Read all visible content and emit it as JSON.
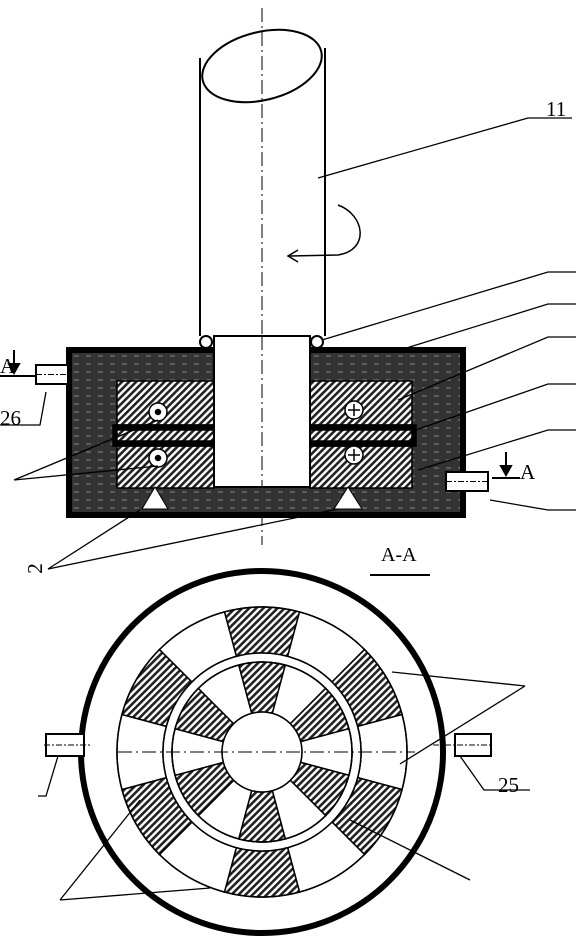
{
  "labels": {
    "label_11": "11",
    "label_26": "26",
    "label_25": "25",
    "label_A_left": "A",
    "label_A_right": "A",
    "label_2": "2",
    "section_title": "A-A"
  },
  "colors": {
    "ink": "#000000",
    "paper": "#ffffff",
    "oil_fill": "#333333",
    "hatch": "#222222"
  }
}
